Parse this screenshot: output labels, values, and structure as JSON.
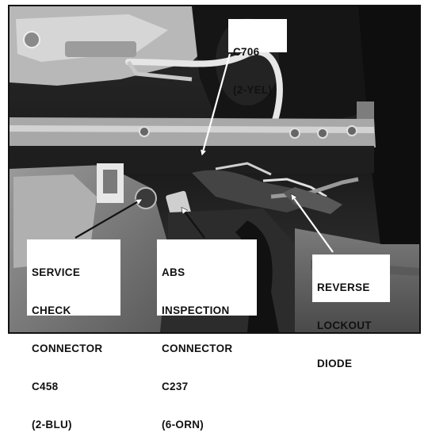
{
  "callouts": {
    "c706": {
      "line1": "C706",
      "line2": "(2-YEL)"
    },
    "service_check": {
      "line1": "SERVICE",
      "line2": "CHECK",
      "line3": "CONNECTOR",
      "line4": "C458",
      "line5": "(2-BLU)"
    },
    "abs_inspection": {
      "line1": "ABS",
      "line2": "INSPECTION",
      "line3": "CONNECTOR",
      "line4": "C237",
      "line5": "(6-ORN)"
    },
    "reverse_lockout": {
      "line1": "REVERSE",
      "line2": "LOCKOUT",
      "line3": "DIODE"
    }
  },
  "colors": {
    "photo_dark": "#141414",
    "photo_mid": "#6e6e6e",
    "photo_light": "#d8d8d8",
    "label_bg": "#ffffff",
    "text": "#111111"
  }
}
